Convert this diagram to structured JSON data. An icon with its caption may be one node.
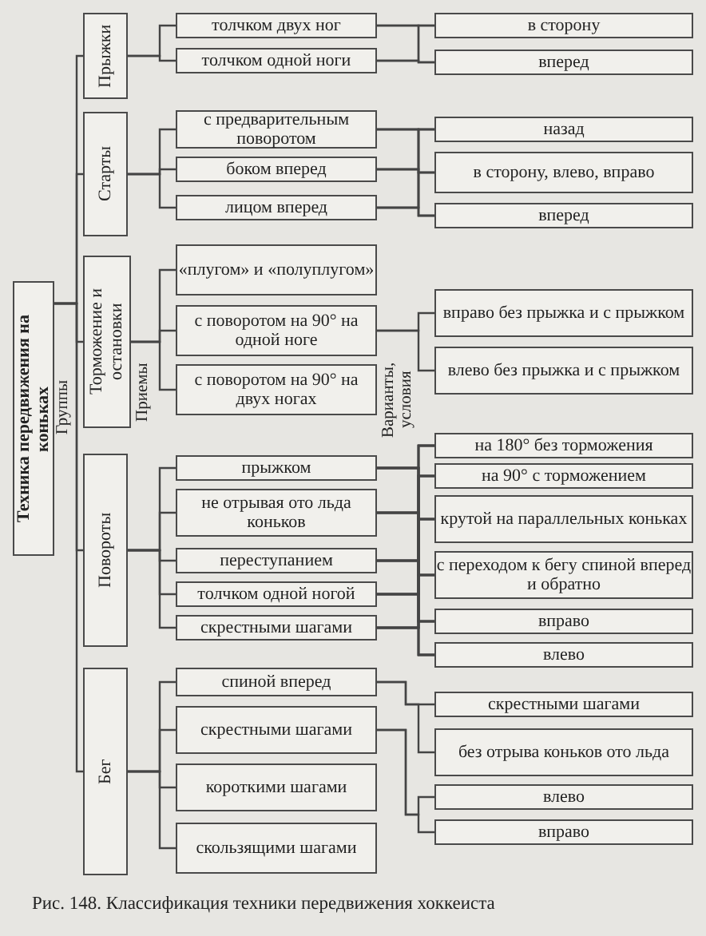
{
  "diagram": {
    "caption": "Рис. 148. Классификация техники передвижения хоккеиста",
    "nodes": [
      {
        "text": [
          "Техника передвижения на коньках"
        ]
      },
      {
        "text": [
          "Прыжки"
        ]
      },
      {
        "text": [
          "толчком двух ног"
        ]
      },
      {
        "text": [
          "толчком одной ноги"
        ]
      },
      {
        "text": [
          "в сторону"
        ]
      },
      {
        "text": [
          "вперед"
        ]
      },
      {
        "text": [
          "Старты"
        ]
      },
      {
        "text": [
          "с предварительным поворотом"
        ]
      },
      {
        "text": [
          "боком вперед"
        ]
      },
      {
        "text": [
          "лицом вперед"
        ]
      },
      {
        "text": [
          "назад"
        ]
      },
      {
        "text": [
          "в сторону, влево, вправо"
        ]
      },
      {
        "text": [
          "вперед"
        ]
      },
      {
        "text": [
          "Торможение и остановки"
        ]
      },
      {
        "text": [
          "«плугом» и «полуплугом»"
        ]
      },
      {
        "text": [
          "с поворотом на 90° на одной ноге"
        ]
      },
      {
        "text": [
          "с поворотом на 90° на двух ногах"
        ]
      },
      {
        "text": [
          "вправо без прыжка и с прыжком"
        ]
      },
      {
        "text": [
          "влево без прыжка и с прыжком"
        ]
      },
      {
        "text": [
          "Повороты"
        ]
      },
      {
        "text": [
          "прыжком"
        ]
      },
      {
        "text": [
          "не отрывая ото льда коньков"
        ]
      },
      {
        "text": [
          "переступанием"
        ]
      },
      {
        "text": [
          "толчком одной ногой"
        ]
      },
      {
        "text": [
          "скрестными шагами"
        ]
      },
      {
        "text": [
          "на 180° без торможения"
        ]
      },
      {
        "text": [
          "на 90° с торможением"
        ]
      },
      {
        "text": [
          "крутой на параллельных коньках"
        ]
      },
      {
        "text": [
          "с переходом к бегу спиной вперед и обратно"
        ]
      },
      {
        "text": [
          "вправо"
        ]
      },
      {
        "text": [
          "влево"
        ]
      },
      {
        "text": [
          "Бег"
        ]
      },
      {
        "text": [
          "спиной вперед"
        ]
      },
      {
        "text": [
          "скрестными шагами"
        ]
      },
      {
        "text": [
          "короткими шагами"
        ]
      },
      {
        "text": [
          "скользящими шагами"
        ]
      },
      {
        "text": [
          "скрестными шагами"
        ]
      },
      {
        "text": [
          "без отрыва коньков ото льда"
        ]
      },
      {
        "text": [
          "влево"
        ]
      },
      {
        "text": [
          "вправо"
        ]
      }
    ],
    "edges": [
      {
        "from": 0,
        "to": 1,
        "arrow": "none"
      },
      {
        "from": 0,
        "to": 6,
        "arrow": "none"
      },
      {
        "from": 0,
        "to": 13,
        "arrow": "none"
      },
      {
        "from": 0,
        "to": 19,
        "arrow": "none"
      },
      {
        "from": 0,
        "to": 31,
        "arrow": "none"
      },
      {
        "from": 1,
        "to": 2,
        "arrow": "none"
      },
      {
        "from": 1,
        "to": 3,
        "arrow": "none"
      },
      {
        "from": 6,
        "to": 7,
        "arrow": "none"
      },
      {
        "from": 6,
        "to": 8,
        "arrow": "none"
      },
      {
        "from": 6,
        "to": 9,
        "arrow": "none"
      },
      {
        "from": 13,
        "to": 14,
        "arrow": "none"
      },
      {
        "from": 13,
        "to": 15,
        "arrow": "none"
      },
      {
        "from": 13,
        "to": 16,
        "arrow": "none"
      },
      {
        "from": 19,
        "to": 20,
        "arrow": "none"
      },
      {
        "from": 19,
        "to": 21,
        "arrow": "none"
      },
      {
        "from": 19,
        "to": 22,
        "arrow": "none"
      },
      {
        "from": 19,
        "to": 23,
        "arrow": "none"
      },
      {
        "from": 19,
        "to": 24,
        "arrow": "none"
      },
      {
        "from": 31,
        "to": 32,
        "arrow": "none"
      },
      {
        "from": 31,
        "to": 33,
        "arrow": "none"
      },
      {
        "from": 31,
        "to": 34,
        "arrow": "none"
      },
      {
        "from": 31,
        "to": 35,
        "arrow": "none"
      },
      {
        "from": 2,
        "to": 4,
        "arrow": "none"
      },
      {
        "from": 2,
        "to": 5,
        "arrow": "none"
      },
      {
        "from": 3,
        "to": 4,
        "arrow": "none"
      },
      {
        "from": 3,
        "to": 5,
        "arrow": "none"
      },
      {
        "from": 7,
        "to": 10,
        "arrow": "none"
      },
      {
        "from": 7,
        "to": 11,
        "arrow": "none"
      },
      {
        "from": 7,
        "to": 12,
        "arrow": "none"
      },
      {
        "from": 8,
        "to": 10,
        "arrow": "none"
      },
      {
        "from": 8,
        "to": 11,
        "arrow": "none"
      },
      {
        "from": 8,
        "to": 12,
        "arrow": "none"
      },
      {
        "from": 9,
        "to": 10,
        "arrow": "none"
      },
      {
        "from": 9,
        "to": 11,
        "arrow": "none"
      },
      {
        "from": 9,
        "to": 12,
        "arrow": "none"
      },
      {
        "from": 15,
        "to": 17,
        "arrow": "none"
      },
      {
        "from": 15,
        "to": 18,
        "arrow": "none"
      },
      {
        "from": 20,
        "to": 25,
        "arrow": "none"
      },
      {
        "from": 20,
        "to": 26,
        "arrow": "none"
      },
      {
        "from": 20,
        "to": 27,
        "arrow": "none"
      },
      {
        "from": 20,
        "to": 28,
        "arrow": "none"
      },
      {
        "from": 20,
        "to": 29,
        "arrow": "none"
      },
      {
        "from": 20,
        "to": 30,
        "arrow": "none"
      },
      {
        "from": 21,
        "to": 25,
        "arrow": "none"
      },
      {
        "from": 21,
        "to": 26,
        "arrow": "none"
      },
      {
        "from": 21,
        "to": 27,
        "arrow": "none"
      },
      {
        "from": 21,
        "to": 28,
        "arrow": "none"
      },
      {
        "from": 21,
        "to": 29,
        "arrow": "none"
      },
      {
        "from": 21,
        "to": 30,
        "arrow": "none"
      },
      {
        "from": 22,
        "to": 25,
        "arrow": "none"
      },
      {
        "from": 22,
        "to": 26,
        "arrow": "none"
      },
      {
        "from": 22,
        "to": 27,
        "arrow": "none"
      },
      {
        "from": 22,
        "to": 28,
        "arrow": "none"
      },
      {
        "from": 22,
        "to": 29,
        "arrow": "none"
      },
      {
        "from": 22,
        "to": 30,
        "arrow": "none"
      },
      {
        "from": 23,
        "to": 25,
        "arrow": "none"
      },
      {
        "from": 23,
        "to": 26,
        "arrow": "none"
      },
      {
        "from": 23,
        "to": 27,
        "arrow": "none"
      },
      {
        "from": 23,
        "to": 28,
        "arrow": "none"
      },
      {
        "from": 23,
        "to": 29,
        "arrow": "none"
      },
      {
        "from": 23,
        "to": 30,
        "arrow": "none"
      },
      {
        "from": 24,
        "to": 25,
        "arrow": "none"
      },
      {
        "from": 24,
        "to": 26,
        "arrow": "none"
      },
      {
        "from": 24,
        "to": 27,
        "arrow": "none"
      },
      {
        "from": 24,
        "to": 28,
        "arrow": "none"
      },
      {
        "from": 24,
        "to": 29,
        "arrow": "none"
      },
      {
        "from": 24,
        "to": 30,
        "arrow": "none"
      },
      {
        "from": 32,
        "to": 36,
        "arrow": "none"
      },
      {
        "from": 32,
        "to": 37,
        "arrow": "none"
      },
      {
        "from": 33,
        "to": 38,
        "arrow": "none"
      },
      {
        "from": 33,
        "to": 39,
        "arrow": "none"
      }
    ],
    "labels": [
      "Группы",
      "Приемы",
      "Варианты, условия"
    ]
  }
}
